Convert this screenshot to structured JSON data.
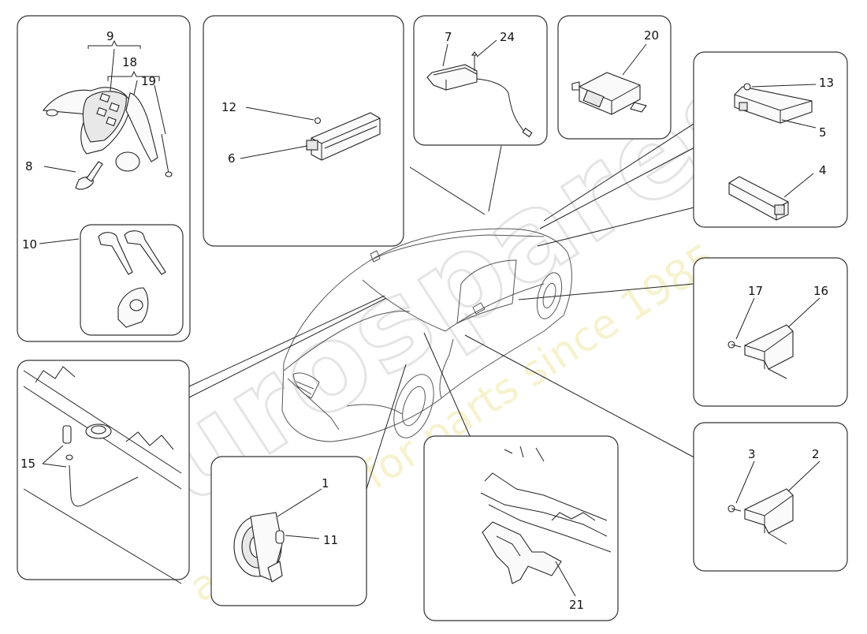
{
  "watermark": {
    "brand": "eurospares",
    "tagline": "a passion for parts since 1985",
    "color": "#d8d8d8",
    "tagline_color": "#ece28a"
  },
  "callouts": {
    "c1": "1",
    "c2": "2",
    "c3": "3",
    "c4": "4",
    "c5": "5",
    "c6": "6",
    "c7": "7",
    "c8": "8",
    "c9": "9",
    "c10": "10",
    "c11": "11",
    "c12": "12",
    "c13": "13",
    "c15": "15",
    "c16": "16",
    "c17": "17",
    "c18": "18",
    "c19": "19",
    "c20": "20",
    "c21": "21",
    "c24": "24"
  },
  "line_color": "#222222"
}
